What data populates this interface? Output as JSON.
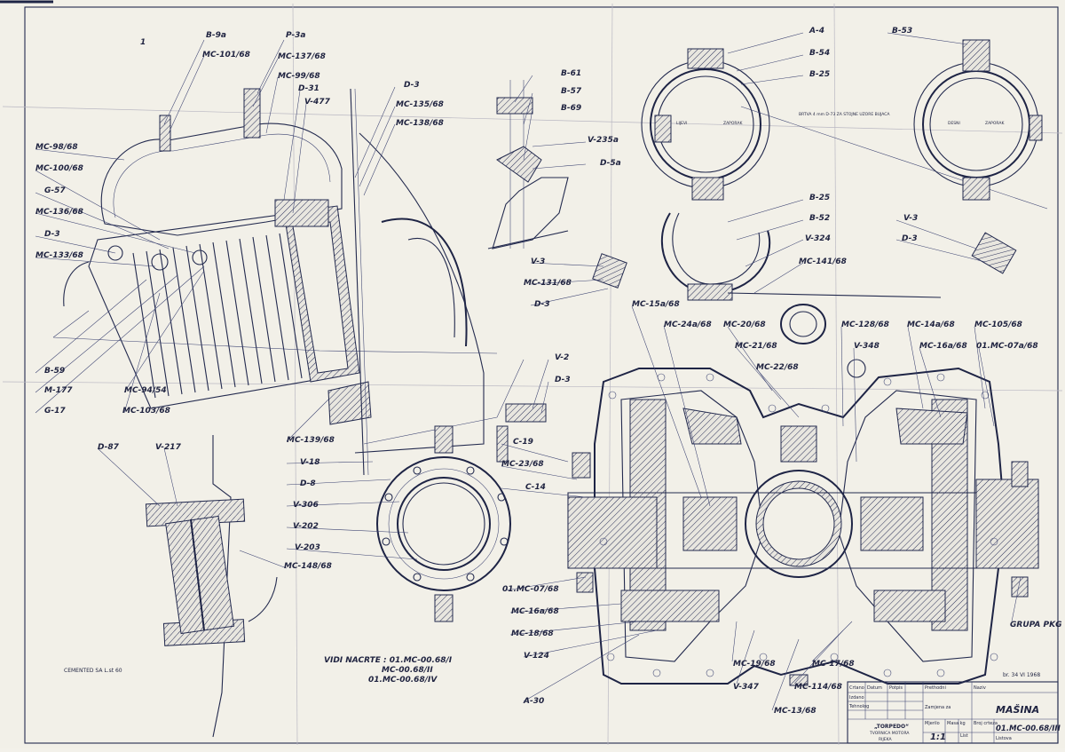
{
  "labels": {
    "b9a": "B-9a",
    "p3a": "P-3a",
    "mc101": "MC-101/68",
    "mc137": "MC-137/68",
    "mc99": "MC-99/68",
    "d31": "D-31",
    "v477": "V-477",
    "d3a": "D-3",
    "mc135": "MC-135/68",
    "mc138": "MC-138/68",
    "mc98": "MC-98/68",
    "mc100": "MC-100/68",
    "g57": "G-57",
    "mc136": "MC-136/68",
    "d3b": "D-3",
    "mc133": "MC-133/68",
    "b59": "B-59",
    "m177": "M-177",
    "g17": "G-17",
    "mc94": "MC-94/54",
    "mc103": "MC-103/68",
    "b61": "B-61",
    "b57": "B-57",
    "b69": "B-69",
    "v235a": "V-235a",
    "d5a": "D-5a",
    "a4": "A-4",
    "b54": "B-54",
    "b25a": "B-25",
    "b53": "B-53",
    "b25b": "B-25",
    "b52": "B-52",
    "v324": "V-324",
    "mc141": "MC-141/68",
    "v3a": "V-3",
    "d3c": "D-3",
    "v3b": "V-3",
    "mc131": "MC-131/68",
    "d3d": "D-3",
    "mc15a": "MC-15a/68",
    "mc24a": "MC-24a/68",
    "mc20": "MC-20/68",
    "mc21": "MC-21/68",
    "mc22": "MC-22/68",
    "mc128": "MC-128/68",
    "v348": "V-348",
    "mc14a": "MC-14a/68",
    "mc16a_top": "MC-16a/68",
    "mc105": "MC-105/68",
    "mc07a": "01.MC-07a/68",
    "v2": "V-2",
    "d3e": "D-3",
    "c19": "C-19",
    "mc23": "MC-23/68",
    "c14": "C-14",
    "mc139": "MC-139/68",
    "v18": "V-18",
    "d8": "D-8",
    "v306": "V-306",
    "v202": "V-202",
    "v203": "V-203",
    "mc148": "MC-148/68",
    "d87": "D-87",
    "v217": "V-217",
    "mc07": "01.MC-07/68",
    "mc16a_bot": "MC-16a/68",
    "mc18": "MC-18/68",
    "v124": "V-124",
    "a30": "A-30",
    "mc19": "MC-19/68",
    "mc17": "MC-17/68",
    "v347": "V-347",
    "mc114": "MC-114/68",
    "mc13": "MC-13/68",
    "grupa": "GRUPA PKG",
    "one": "1"
  },
  "notes": {
    "vidi_nacrte": "VIDI NACRTE : 01.MC-00.68/I",
    "vidi_2": "MC-00.68/II",
    "vidi_3": "01.MC-00.68/IV",
    "cemented": "CEMENTED SA  L.st 60",
    "lijevi": "LIJEVI",
    "zaporak": "ZAPORAK",
    "desni": "DESNI",
    "gasket_note": "BRTVA 4 mm D-73  ZA STOJNE UZORE BUJACA",
    "stamp": "br. 34 VI 1968"
  },
  "titleblock": {
    "h_crtano": "Crtano",
    "h_izdano": "Izdano",
    "h_tehnolog": "Tehnolog",
    "h_datum": "Datum",
    "h_potpis": "Potpis",
    "h_prethodni": "Prethodni",
    "h_zamjena": "Zamjena za",
    "h_mjerilo": "Mjerilo",
    "h_masa": "Masa kg",
    "h_broj": "Broj crteza",
    "h_naziv": "Naziv",
    "h_list": "List",
    "h_listova": "Listova",
    "scale": "1:1",
    "name": "MAŠINA",
    "number": "01.MC-00.68/III",
    "company": "„TORPEDO“",
    "company_sub": "TVORNICA MOTORA",
    "city": "RIJEKA"
  }
}
